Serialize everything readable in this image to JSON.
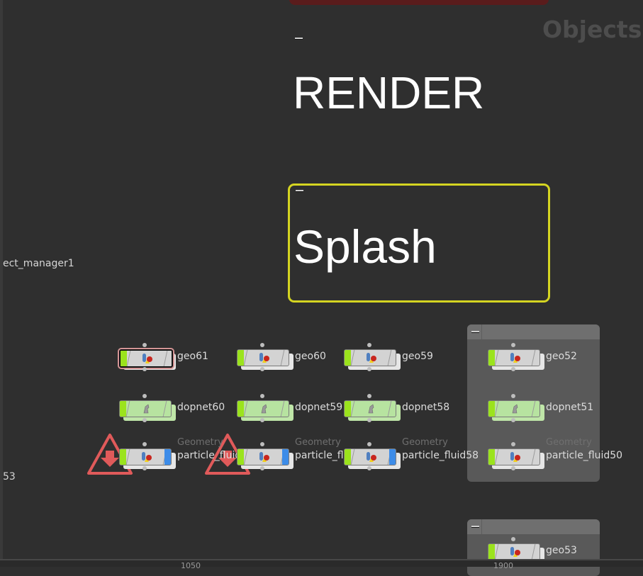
{
  "network": {
    "context_label": "Objects",
    "ruler_ticks": [
      "1050",
      "1900"
    ]
  },
  "sticky_notes": [
    {
      "id": "render",
      "text": "RENDER"
    },
    {
      "id": "splash",
      "text": "Splash",
      "border_color": "#d5d521"
    }
  ],
  "offscreen_labels": {
    "left_top": "ect_manager1",
    "left_bottom": "53"
  },
  "columns": [
    {
      "geo": "geo61",
      "dopnet": "dopnet60",
      "particle": "particle_fluid6",
      "particle_type": "Geometry",
      "geo_selected": true,
      "warning": true,
      "display_flag": true
    },
    {
      "geo": "geo60",
      "dopnet": "dopnet59",
      "particle": "particle_fluid59",
      "particle_type": "Geometry",
      "geo_selected": false,
      "warning": true,
      "display_flag": true
    },
    {
      "geo": "geo59",
      "dopnet": "dopnet58",
      "particle": "particle_fluid58",
      "particle_type": "Geometry",
      "geo_selected": false,
      "warning": false,
      "display_flag": true
    },
    {
      "geo": "geo52",
      "dopnet": "dopnet51",
      "particle": "particle_fluid50",
      "particle_type": "Geometry",
      "geo_selected": false,
      "warning": false,
      "display_flag": false
    }
  ],
  "bottom_box": {
    "geo": "geo53"
  },
  "colors": {
    "background": "#2f2f2f",
    "flag_green": "#9be31d",
    "display_blue": "#3d8ce8",
    "warning_red": "#e05a5a",
    "render_bar": "#5a1c1c"
  }
}
